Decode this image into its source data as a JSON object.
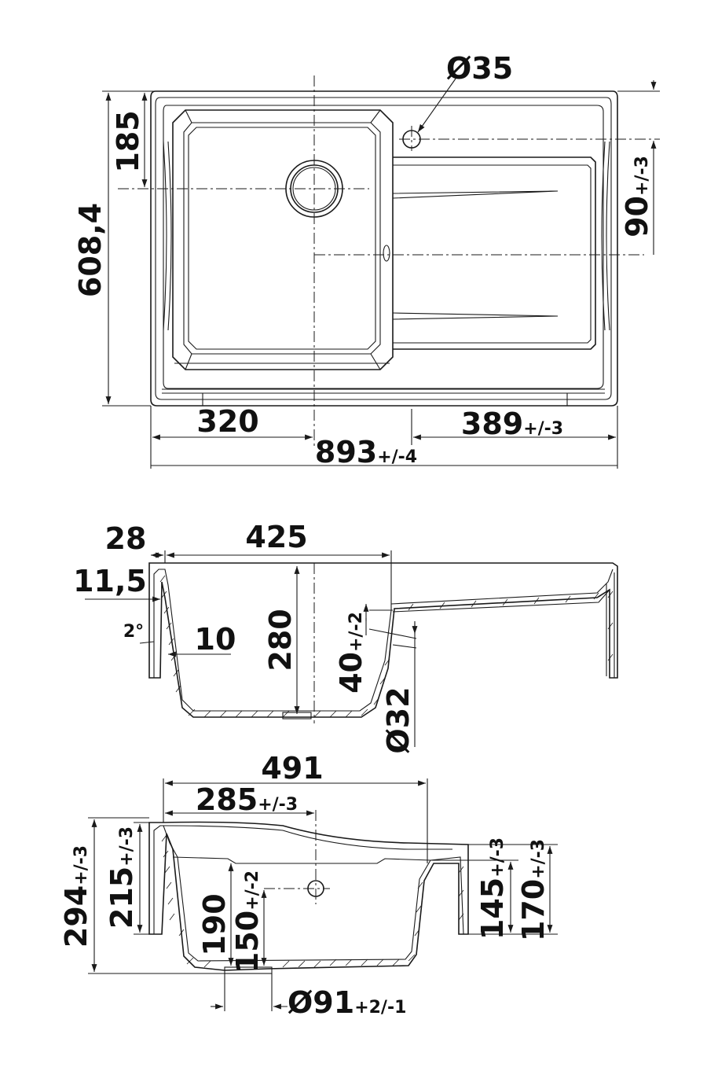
{
  "top_view": {
    "hole_dia": "Ø35",
    "dim_185": "185",
    "dim_608": "608,4",
    "dim_90": "90",
    "dim_90_tol": "+/-3",
    "dim_320": "320",
    "dim_389": "389",
    "dim_389_tol": "+/-3",
    "dim_893": "893",
    "dim_893_tol": "+/-4"
  },
  "side_view": {
    "dim_28": "28",
    "dim_425": "425",
    "dim_11_5": "11,5",
    "dim_2deg": "2°",
    "dim_10": "10",
    "dim_280": "280",
    "dim_40": "40",
    "dim_40_tol": "+/-2",
    "dim_32": "Ø32"
  },
  "front_view": {
    "dim_491": "491",
    "dim_285": "285",
    "dim_285_tol": "+/-3",
    "dim_294": "294",
    "dim_294_tol": "+/-3",
    "dim_215": "215",
    "dim_215_tol": "+/-3",
    "dim_190": "190",
    "dim_150": "150",
    "dim_150_tol": "+/-2",
    "dim_145": "145",
    "dim_145_tol": "+/-3",
    "dim_170": "170",
    "dim_170_tol": "+/-3",
    "dim_91": "Ø91",
    "dim_91_tol": "+2/-1"
  }
}
